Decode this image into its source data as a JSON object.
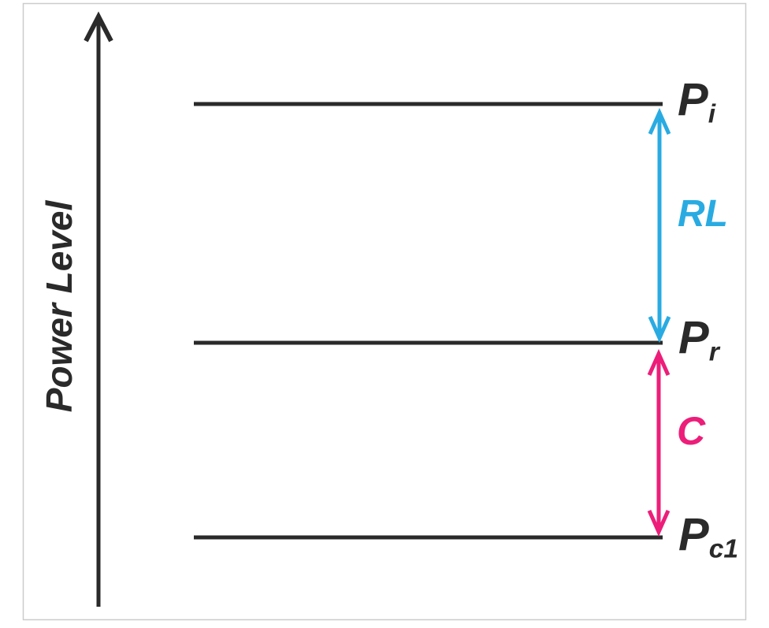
{
  "figure": {
    "y_axis_label": "Power Level",
    "levels": [
      {
        "name": "incident-power",
        "main": "P",
        "sub": "i"
      },
      {
        "name": "reflected-power",
        "main": "P",
        "sub": "r"
      },
      {
        "name": "coupled-power",
        "main": "P",
        "sub": "c1"
      }
    ],
    "arrows": [
      {
        "name": "return-loss",
        "label": "RL",
        "color": "#29ABE2",
        "from_level": "incident-power",
        "to_level": "reflected-power"
      },
      {
        "name": "coupling",
        "label": "C",
        "color": "#EC1E79",
        "from_level": "reflected-power",
        "to_level": "coupled-power"
      }
    ],
    "colors": {
      "line_black": "#2A2A2A",
      "return_loss_cyan": "#29ABE2",
      "coupling_magenta": "#EC1E79",
      "frame_border": "#CCCCCC",
      "background": "#FFFFFF"
    }
  }
}
